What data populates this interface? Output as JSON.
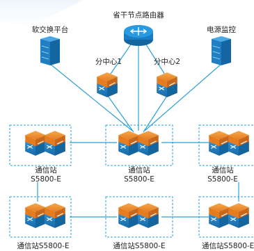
{
  "nodes": {
    "core_router": {
      "label": "省干节点路由器",
      "icon": "router-icon"
    },
    "softswitch": {
      "label": "软交换平台",
      "icon": "server-rack-icon"
    },
    "power_monitor": {
      "label": "电源监控",
      "icon": "server-rack-icon"
    },
    "sub_center_1": {
      "label": "分中心1",
      "icon": "switch-icon"
    },
    "sub_center_2": {
      "label": "分中心2",
      "icon": "switch-icon"
    }
  },
  "stations_top": [
    {
      "name": "通信站",
      "model": "S5800-E"
    },
    {
      "name": "通信站",
      "model": "S5800-E"
    },
    {
      "name": "通信站",
      "model": "S5800-E"
    }
  ],
  "stations_bottom": [
    {
      "label": "通信站S5800-E"
    },
    {
      "label": "通信站S5800-E"
    },
    {
      "label": "通信站S5800-E"
    }
  ],
  "colors": {
    "link": "#2aa0d8",
    "box_border": "#2aa0d8",
    "device_blue": "#1f7fc2",
    "device_orange": "#f08a2c",
    "router_blue": "#1a8ad4"
  }
}
